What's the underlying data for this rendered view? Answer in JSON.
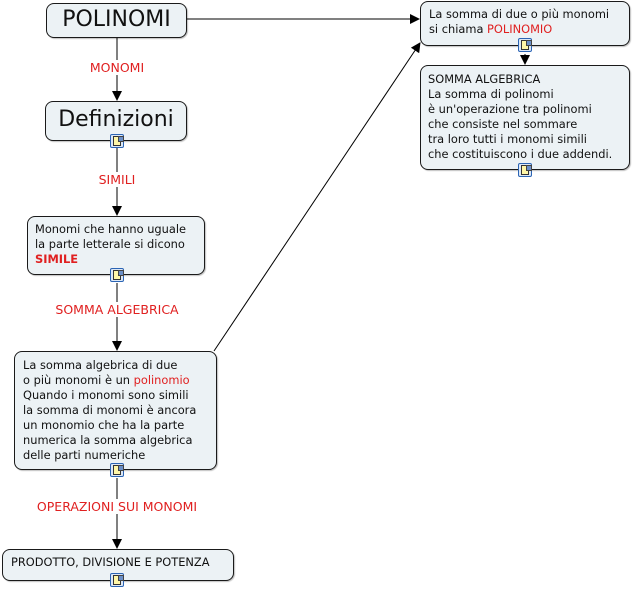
{
  "diagram": {
    "type": "concept-map",
    "nodes": {
      "polinomi": {
        "text": "POLINOMI"
      },
      "definizioni": {
        "text": "Definizioni",
        "has_resource": true
      },
      "simili_def": {
        "line1": "Monomi che hanno uguale",
        "line2": "la parte letterale si dicono",
        "highlight": "SIMILE",
        "has_resource": true
      },
      "somma_algebrica_monomi": {
        "line1": "La somma algebrica di due",
        "line2_prefix": "o più monomi è un ",
        "line2_highlight": "polinomio",
        "line3": "Quando i monomi sono simili",
        "line4": "la somma di monomi è ancora",
        "line5": "un monomio che ha la parte",
        "line6": "numerica la somma algebrica",
        "line7": "delle parti numeriche",
        "has_resource": true
      },
      "prodotto": {
        "text": "PRODOTTO, DIVISIONE E POTENZA",
        "has_resource": true
      },
      "polinomio_def": {
        "line1": "La somma di due o più monomi",
        "line2_prefix": "si chiama ",
        "line2_highlight": "POLINOMIO",
        "has_resource": true
      },
      "somma_polinomi": {
        "line1": "SOMMA ALGEBRICA",
        "line2": "La somma di polinomi",
        "line3": "è un'operazione tra polinomi",
        "line4": "che consiste nel sommare",
        "line5": "tra loro tutti i monomi simili",
        "line6": "che costituiscono i due addendi.",
        "has_resource": true
      }
    },
    "link_labels": {
      "monomi": "MONOMI",
      "simili": "SIMILI",
      "somma_algebrica": "SOMMA ALGEBRICA",
      "operazioni": "OPERAZIONI SUI MONOMI"
    },
    "connections": [
      {
        "from": "polinomi",
        "to": "definizioni",
        "label": "MONOMI"
      },
      {
        "from": "definizioni",
        "to": "simili_def",
        "label": "SIMILI"
      },
      {
        "from": "simili_def",
        "to": "somma_algebrica_monomi",
        "label": "SOMMA ALGEBRICA"
      },
      {
        "from": "somma_algebrica_monomi",
        "to": "prodotto",
        "label": "OPERAZIONI SUI MONOMI"
      },
      {
        "from": "polinomi",
        "to": "polinomio_def",
        "label": ""
      },
      {
        "from": "somma_algebrica_monomi",
        "to": "polinomio_def",
        "label": ""
      },
      {
        "from": "polinomio_def",
        "to": "somma_polinomi",
        "label": ""
      }
    ],
    "colors": {
      "node_fill": "#ecf2f5",
      "node_border": "#1a1a1a",
      "label_text": "#e02020",
      "line": "#000000"
    }
  }
}
